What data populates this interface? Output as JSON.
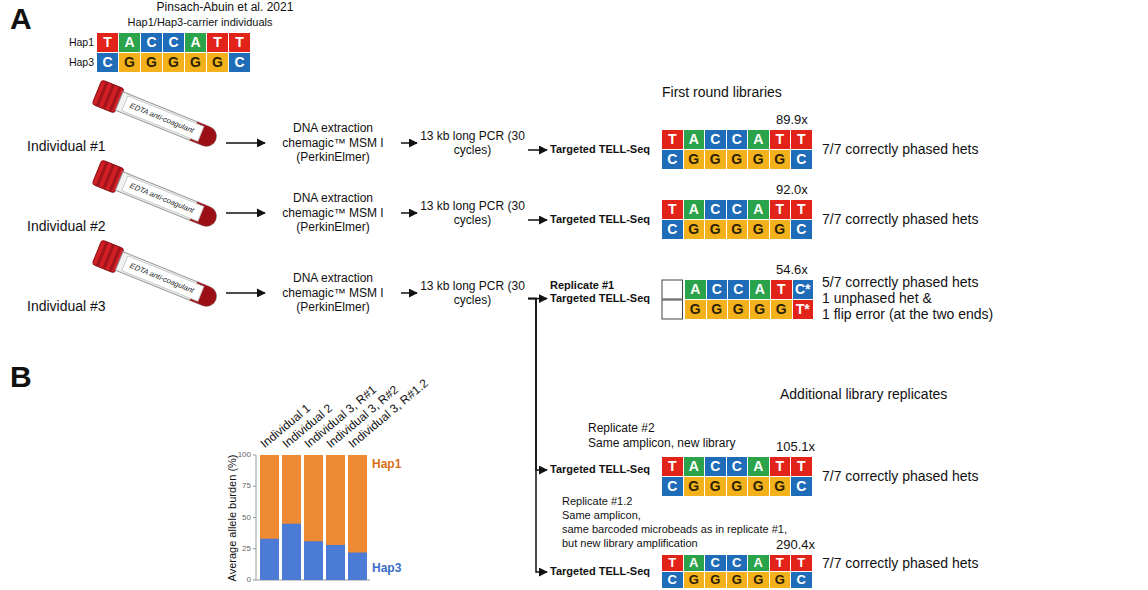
{
  "diagram": {
    "nodes": [
      {
        "text": [
          "Individual #1",
          "EDTA anti-coagulant"
        ]
      },
      {
        "text": [
          "Individual #2",
          "EDTA anti-coagulant"
        ]
      },
      {
        "text": [
          "Individual #3",
          "EDTA anti-coagulant"
        ]
      },
      {
        "text": [
          "DNA extraction chemagic™ MSM I (PerkinElmer)"
        ]
      },
      {
        "text": [
          "DNA extraction chemagic™ MSM I (PerkinElmer)"
        ]
      },
      {
        "text": [
          "DNA extraction chemagic™ MSM I (PerkinElmer)"
        ]
      },
      {
        "text": [
          "13 kb long PCR (30 cycles)"
        ]
      },
      {
        "text": [
          "13 kb long PCR (30 cycles)"
        ]
      },
      {
        "text": [
          "13 kb long PCR (30 cycles)"
        ]
      },
      {
        "text": [
          "Targeted TELL-Seq"
        ]
      },
      {
        "text": [
          "Targeted TELL-Seq"
        ]
      },
      {
        "text": [
          "Replicate #1",
          "Targeted TELL-Seq"
        ]
      },
      {
        "text": [
          "Targeted TELL-Seq"
        ]
      },
      {
        "text": [
          "Targeted TELL-Seq"
        ]
      }
    ],
    "edges": [
      {
        "from": 0,
        "to": 3,
        "arrow": "to"
      },
      {
        "from": 1,
        "to": 4,
        "arrow": "to"
      },
      {
        "from": 2,
        "to": 5,
        "arrow": "to"
      },
      {
        "from": 3,
        "to": 6,
        "arrow": "to"
      },
      {
        "from": 4,
        "to": 7,
        "arrow": "to"
      },
      {
        "from": 5,
        "to": 8,
        "arrow": "to"
      },
      {
        "from": 6,
        "to": 9,
        "arrow": "to"
      },
      {
        "from": 7,
        "to": 10,
        "arrow": "to"
      },
      {
        "from": 8,
        "to": 11,
        "arrow": "to"
      },
      {
        "from": 8,
        "to": 12,
        "arrow": "to"
      },
      {
        "from": 8,
        "to": 13,
        "arrow": "to"
      }
    ],
    "labels": [
      "A",
      "Pinsach-Abuin et al. 2021",
      "Hap1/Hap3-carrier individuals",
      "Hap1",
      "Hap3",
      "T",
      "A",
      "C",
      "C",
      "A",
      "T",
      "T",
      "C",
      "G",
      "G",
      "G",
      "G",
      "G",
      "C",
      "First round libraries",
      "89.9x",
      "T",
      "A",
      "C",
      "C",
      "A",
      "T",
      "T",
      "C",
      "G",
      "G",
      "G",
      "G",
      "G",
      "C",
      "7/7 correctly phased hets",
      "92.0x",
      "T",
      "A",
      "C",
      "C",
      "A",
      "T",
      "T",
      "C",
      "G",
      "G",
      "G",
      "G",
      "G",
      "C",
      "7/7 correctly phased hets",
      "54.6x",
      "A",
      "C",
      "C",
      "A",
      "T",
      "C*",
      "G",
      "G",
      "G",
      "G",
      "G",
      "T*",
      "5/7 correctly phased hets",
      "1 unphased het &",
      "1 flip error (at the two ends)",
      "Additional library replicates",
      "Replicate #2",
      "Same amplicon, new library",
      "105.1x",
      "T",
      "A",
      "C",
      "C",
      "A",
      "T",
      "T",
      "C",
      "G",
      "G",
      "G",
      "G",
      "G",
      "C",
      "7/7 correctly phased hets",
      "Replicate #1.2",
      "Same amplicon,",
      "same barcoded microbeads as in replicate #1,",
      "but new library amplification",
      "290.4x",
      "T",
      "A",
      "C",
      "C",
      "A",
      "T",
      "T",
      "C",
      "G",
      "G",
      "G",
      "G",
      "G",
      "C",
      "7/7 correctly phased hets",
      "B",
      "Individual 1",
      "Individual 2",
      "Individual 3, R#1",
      "Individual 3, R#2",
      "Individual 3, R#1.2",
      "Average allele burden (%)",
      "100",
      "75",
      "50",
      "25",
      "0",
      "Hap1",
      "Hap3"
    ]
  }
}
